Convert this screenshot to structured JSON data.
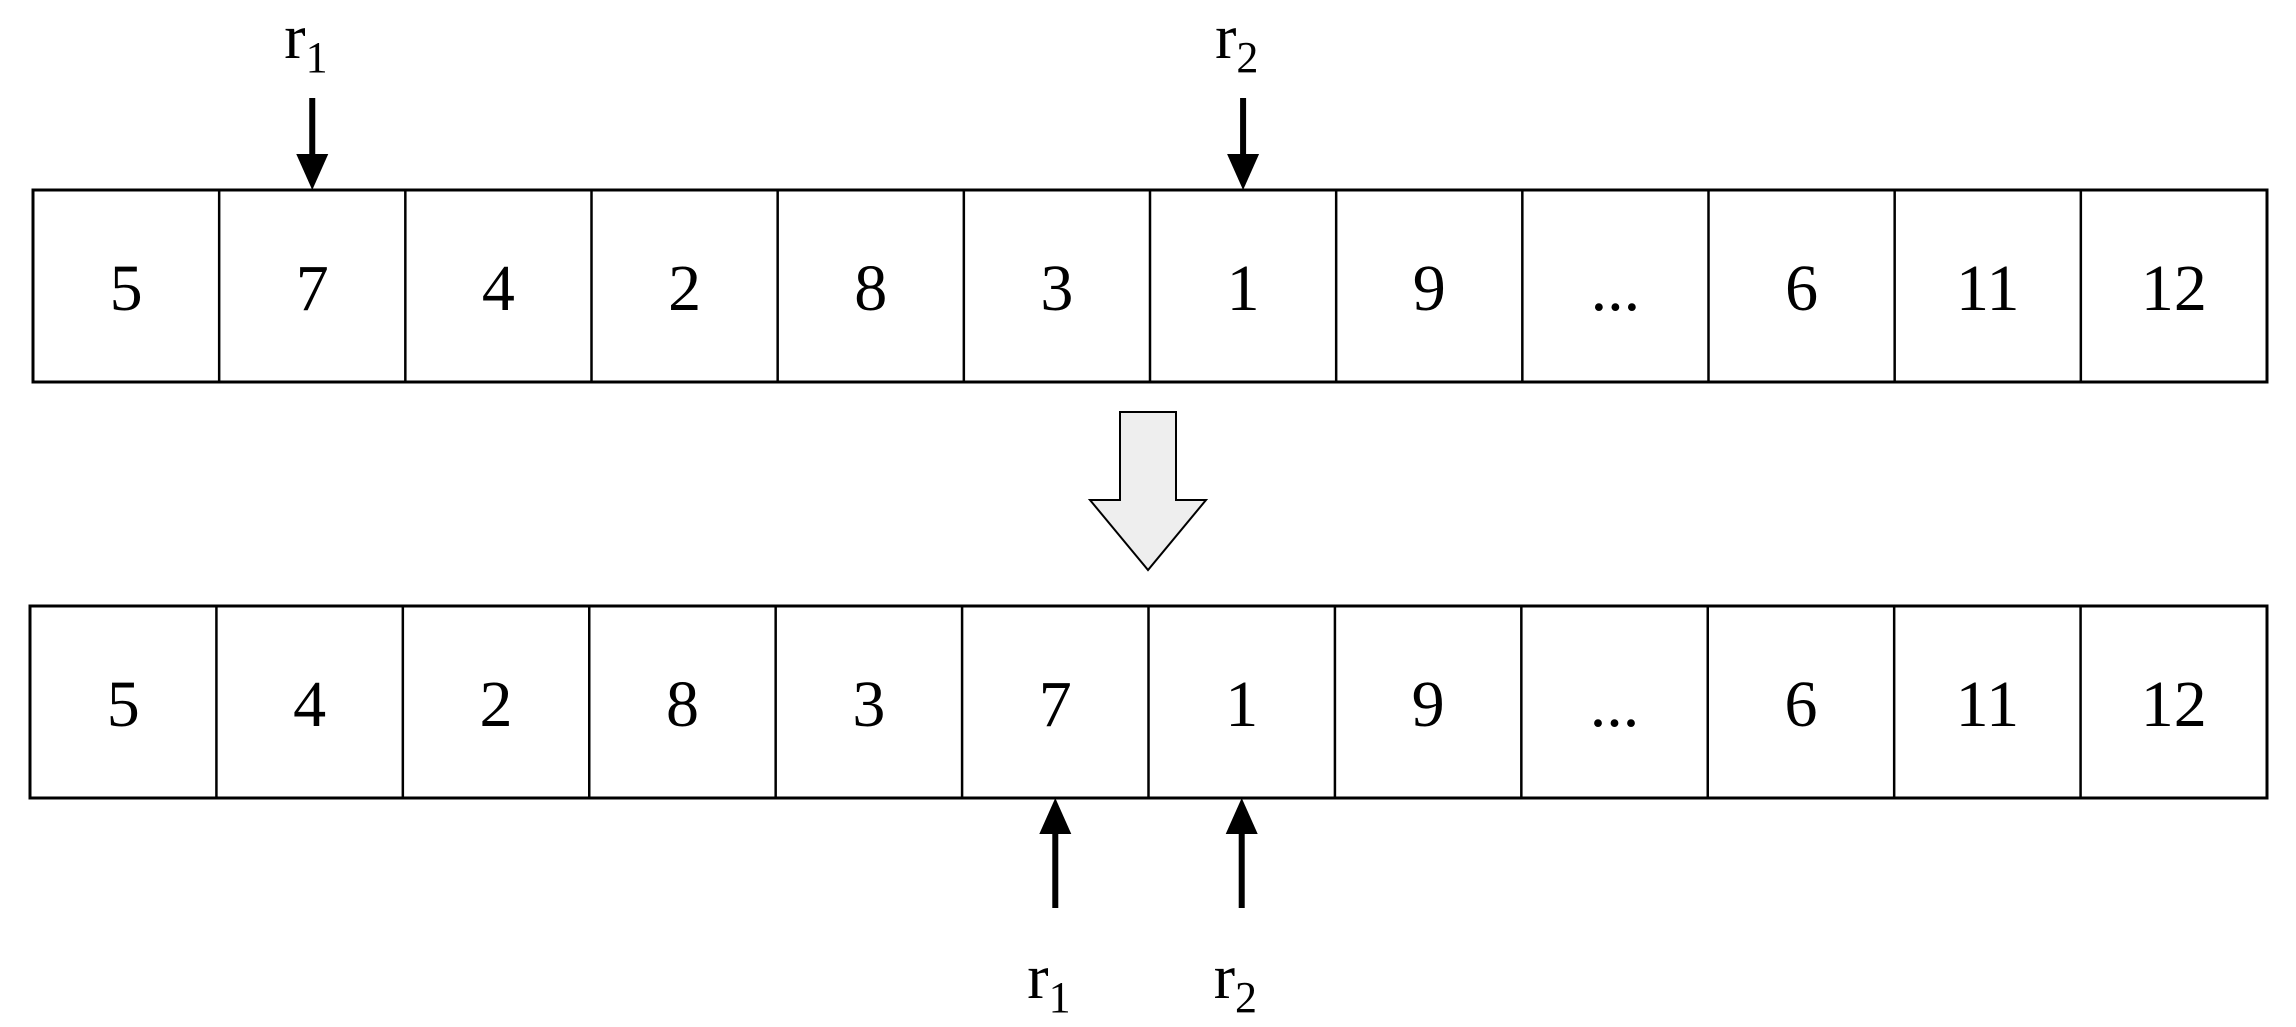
{
  "before": {
    "cells": [
      "5",
      "7",
      "4",
      "2",
      "8",
      "3",
      "1",
      "9",
      "...",
      "6",
      "11",
      "12"
    ],
    "markers": [
      {
        "base": "r",
        "sub": "1",
        "cell_index": 1
      },
      {
        "base": "r",
        "sub": "2",
        "cell_index": 6
      }
    ]
  },
  "after": {
    "cells": [
      "5",
      "4",
      "2",
      "8",
      "3",
      "7",
      "1",
      "9",
      "...",
      "6",
      "11",
      "12"
    ],
    "markers": [
      {
        "base": "r",
        "sub": "1",
        "cell_index": 5
      },
      {
        "base": "r",
        "sub": "2",
        "cell_index": 6
      }
    ]
  },
  "colors": {
    "line": "#000000",
    "transition_arrow_fill": "#eeeeee"
  }
}
